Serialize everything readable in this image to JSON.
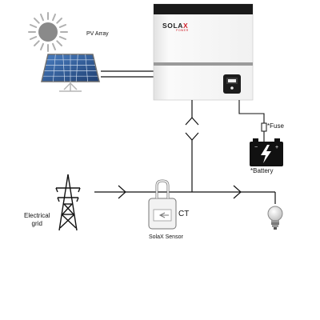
{
  "labels": {
    "pv_array": "PV Array",
    "fuse": "*Fuse",
    "battery": "*Battery",
    "grid_line1": "Electrical",
    "grid_line2": "grid",
    "ct": "CT",
    "sensor": "SolaX Sensor"
  },
  "inverter": {
    "brand_pre": "SOLA",
    "brand_x": "X",
    "brand_sub": "POWER"
  },
  "colors": {
    "inverter_top": "#1a1a1a",
    "inverter_body": "#f6f6f6",
    "inverter_band": "#9a9a9a",
    "brand_accent": "#d0202a",
    "sun": "#8a8a8a",
    "panel": "#2f5f9e",
    "battery_body": "#111111",
    "line": "#111111"
  },
  "icons": [
    "sun-icon",
    "solar-panel-icon",
    "inverter-icon",
    "battery-icon",
    "fuse-icon",
    "transmission-tower-icon",
    "ct-sensor-icon",
    "light-bulb-icon"
  ]
}
